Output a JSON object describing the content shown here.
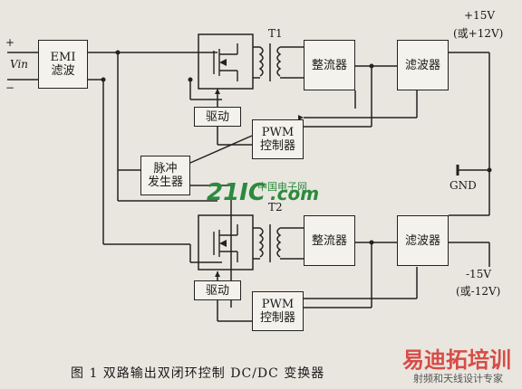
{
  "diagram": {
    "blocks": {
      "emi_filter": "EMI\n滤波",
      "rectifier_top": "整流器",
      "filter_top": "滤波器",
      "driver_top": "驱动",
      "pwm_top": "PWM\n控制器",
      "pulse_generator": "脉冲\n发生器",
      "rectifier_bottom": "整流器",
      "filter_bottom": "滤波器",
      "driver_bottom": "驱动",
      "pwm_bottom": "PWM\n控制器"
    },
    "labels": {
      "vin": "Vin",
      "plus": "+",
      "minus": "−",
      "transformer_top": "T1",
      "transformer_bottom": "T2",
      "out_pos": "+15V",
      "out_pos_alt": "(或+12V)",
      "gnd": "GND",
      "out_neg": "-15V",
      "out_neg_alt": "(或-12V)"
    },
    "caption": "图 1    双路输出双闭环控制 DC/DC 变换器"
  },
  "watermarks": {
    "site_main": "21IC",
    "site_cn": "中国电子网",
    "site_dotcom": ".com",
    "brand_bottom": "易迪拓培训",
    "brand_sub": "射频和天线设计专家"
  },
  "colors": {
    "line": "#222222",
    "watermark_green": "#2b8a3e",
    "watermark_red": "#d4322c"
  }
}
